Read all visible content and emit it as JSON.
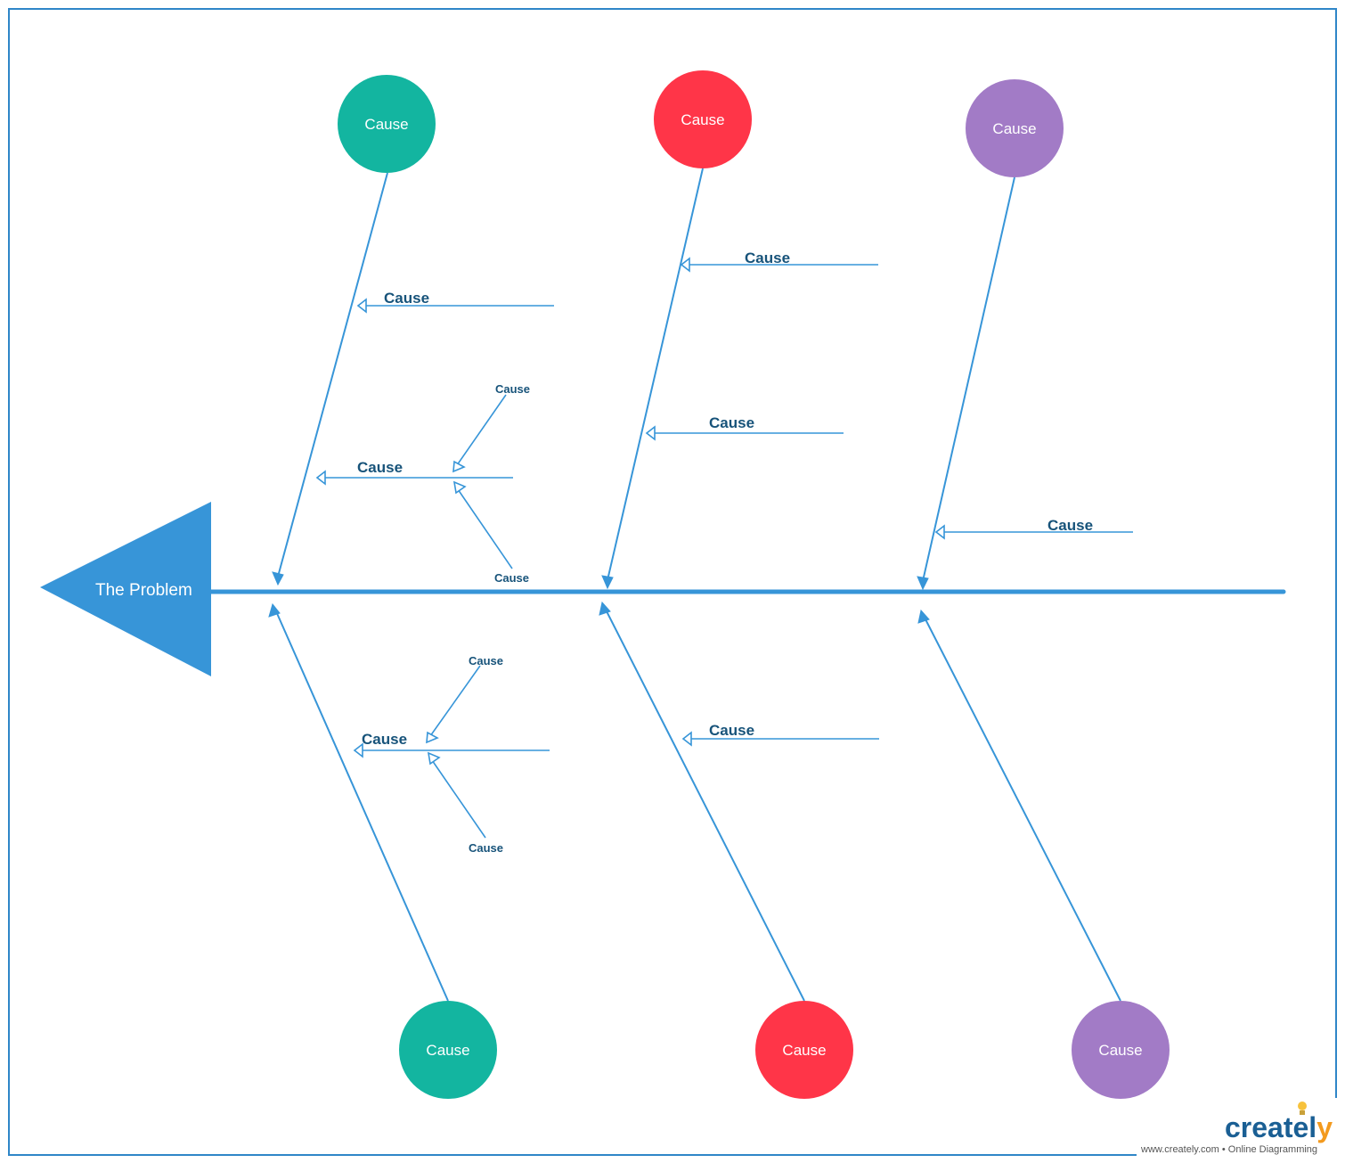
{
  "problem": {
    "label": "The Problem",
    "color": "#3795d8"
  },
  "colors": {
    "line": "#3795d8",
    "label_text": "#17537a",
    "teal": "#13b5a0",
    "red": "#ff3548",
    "purple": "#a27bc6"
  },
  "categories": [
    {
      "label": "Cause",
      "color": "#13b5a0"
    },
    {
      "label": "Cause",
      "color": "#ff3548"
    },
    {
      "label": "Cause",
      "color": "#a27bc6"
    },
    {
      "label": "Cause",
      "color": "#13b5a0"
    },
    {
      "label": "Cause",
      "color": "#ff3548"
    },
    {
      "label": "Cause",
      "color": "#a27bc6"
    }
  ],
  "causes": [
    {
      "label": "Cause"
    },
    {
      "label": "Cause"
    },
    {
      "label": "Cause"
    },
    {
      "label": "Cause"
    },
    {
      "label": "Cause"
    },
    {
      "label": "Cause"
    },
    {
      "label": "Cause"
    }
  ],
  "sub_causes": [
    {
      "label": "Cause"
    },
    {
      "label": "Cause"
    },
    {
      "label": "Cause"
    },
    {
      "label": "Cause"
    }
  ],
  "branding": {
    "logo_main": "createl",
    "logo_end": "y",
    "logo_icon": "lightbulb-icon",
    "tagline": "www.creately.com • Online Diagramming"
  }
}
